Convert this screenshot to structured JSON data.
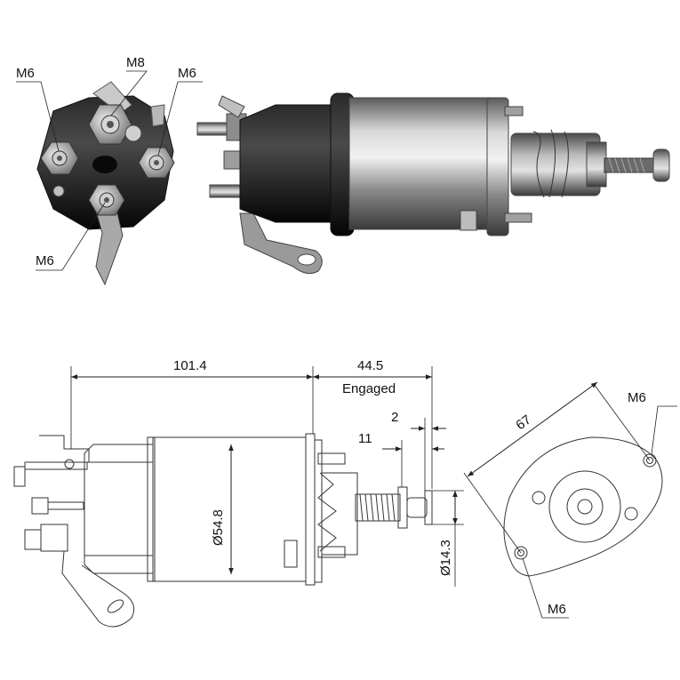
{
  "photo_callouts": {
    "top_left": "M6",
    "top_center": "M8",
    "top_right": "M6",
    "bottom_left": "M6"
  },
  "side_view": {
    "overall_length": "101.4",
    "stroke": "44.5",
    "stroke_note": "Engaged",
    "gap_small": "2",
    "gap_plunger": "11",
    "body_diameter": "Ø54.8",
    "plunger_diameter": "Ø14.3"
  },
  "flange_view": {
    "hole_spacing": "67",
    "hole_top": "M6",
    "hole_bottom": "M6"
  },
  "colors": {
    "line": "#222222",
    "body_black": "#141414",
    "metal": "#9a9a9a"
  }
}
